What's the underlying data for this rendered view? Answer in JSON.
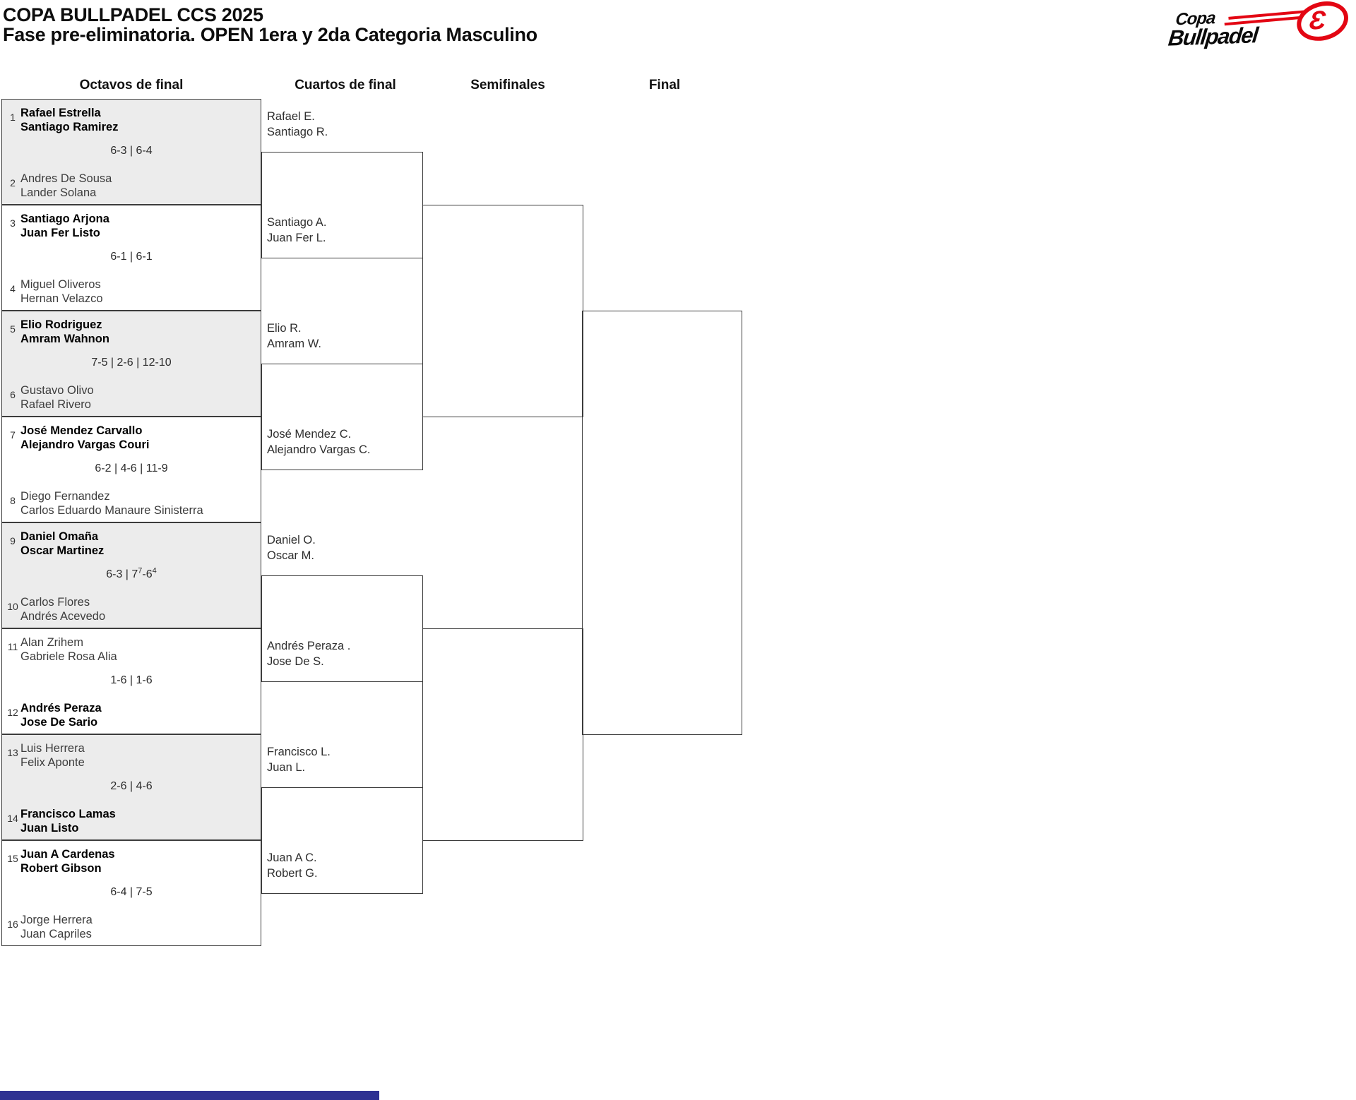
{
  "header": {
    "title": "COPA BULLPADEL CCS 2025",
    "subtitle": "Fase pre-eliminatoria. OPEN 1era y 2da Categoria Masculino"
  },
  "columns": {
    "octavos": "Octavos de final",
    "cuartos": "Cuartos de final",
    "semifinales": "Semifinales",
    "final": "Final"
  },
  "logo": {
    "word1": "Copa",
    "word2": "Bullpadel",
    "emblem": "Ɛ",
    "accent_color": "#e30613"
  },
  "colors": {
    "box_alt_fill": "#ececec",
    "line": "#3c3c3c",
    "bottom_bar": "#2e3192"
  },
  "octavos": [
    {
      "seed1": "1",
      "t1a": "Rafael Estrella",
      "t1b": "Santiago Ramirez",
      "t1_winner": true,
      "s_main": "6-3 | 6-4",
      "s_sup1": "",
      "s_mid": "",
      "s_sup2": "",
      "seed2": "2",
      "t2a": "Andres De Sousa",
      "t2b": "Lander Solana",
      "t2_winner": false
    },
    {
      "seed1": "3",
      "t1a": "Santiago Arjona",
      "t1b": "Juan Fer Listo",
      "t1_winner": true,
      "s_main": "6-1 | 6-1",
      "s_sup1": "",
      "s_mid": "",
      "s_sup2": "",
      "seed2": "4",
      "t2a": "Miguel Oliveros",
      "t2b": "Hernan Velazco",
      "t2_winner": false
    },
    {
      "seed1": "5",
      "t1a": "Elio Rodriguez",
      "t1b": "Amram Wahnon",
      "t1_winner": true,
      "s_main": "7-5 | 2-6 | 12-10",
      "s_sup1": "",
      "s_mid": "",
      "s_sup2": "",
      "seed2": "6",
      "t2a": "Gustavo Olivo",
      "t2b": "Rafael Rivero",
      "t2_winner": false
    },
    {
      "seed1": "7",
      "t1a": "José Mendez Carvallo",
      "t1b": "Alejandro Vargas Couri",
      "t1_winner": true,
      "s_main": "6-2 | 4-6 | 11-9",
      "s_sup1": "",
      "s_mid": "",
      "s_sup2": "",
      "seed2": "8",
      "t2a": "Diego Fernandez",
      "t2b": "Carlos Eduardo Manaure Sinisterra",
      "t2_winner": false
    },
    {
      "seed1": "9",
      "t1a": "Daniel Omaña",
      "t1b": "Oscar Martinez",
      "t1_winner": true,
      "s_main": "6-3 | 7",
      "s_sup1": "7",
      "s_mid": "-6",
      "s_sup2": "4",
      "seed2": "10",
      "t2a": "Carlos Flores",
      "t2b": "Andrés Acevedo",
      "t2_winner": false
    },
    {
      "seed1": "11",
      "t1a": "Alan Zrihem",
      "t1b": "Gabriele Rosa Alia",
      "t1_winner": false,
      "s_main": "1-6 | 1-6",
      "s_sup1": "",
      "s_mid": "",
      "s_sup2": "",
      "seed2": "12",
      "t2a": "Andrés Peraza",
      "t2b": "Jose De Sario",
      "t2_winner": true
    },
    {
      "seed1": "13",
      "t1a": "Luis Herrera",
      "t1b": "Felix Aponte",
      "t1_winner": false,
      "s_main": "2-6 | 4-6",
      "s_sup1": "",
      "s_mid": "",
      "s_sup2": "",
      "seed2": "14",
      "t2a": "Francisco Lamas",
      "t2b": "Juan Listo",
      "t2_winner": true
    },
    {
      "seed1": "15",
      "t1a": "Juan A Cardenas",
      "t1b": "Robert Gibson",
      "t1_winner": true,
      "s_main": "6-4 | 7-5",
      "s_sup1": "",
      "s_mid": "",
      "s_sup2": "",
      "seed2": "16",
      "t2a": "Jorge Herrera",
      "t2b": "Juan Capriles",
      "t2_winner": false
    }
  ],
  "cuartos_entrants": [
    {
      "a": "Rafael E.",
      "b": "Santiago R."
    },
    {
      "a": "Santiago A.",
      "b": "Juan Fer L."
    },
    {
      "a": "Elio R.",
      "b": "Amram W."
    },
    {
      "a": "José Mendez C.",
      "b": "Alejandro Vargas C."
    },
    {
      "a": "Daniel O.",
      "b": "Oscar M."
    },
    {
      "a": "Andrés Peraza .",
      "b": "Jose De S."
    },
    {
      "a": "Francisco L.",
      "b": "Juan L."
    },
    {
      "a": "Juan A C.",
      "b": "Robert G."
    }
  ]
}
